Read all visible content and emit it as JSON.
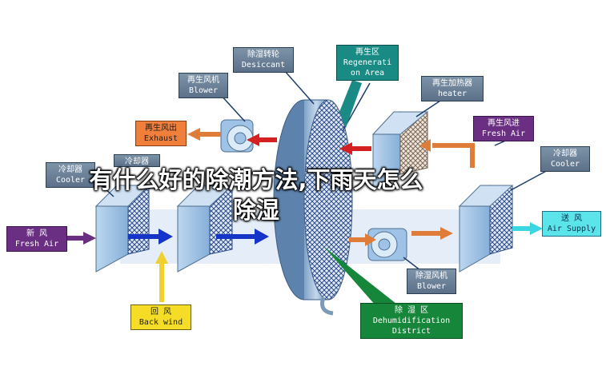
{
  "title": "有什么好的除潮方法,下雨天怎么除湿",
  "labels": {
    "desiccant": {
      "cn": "除湿转轮",
      "en": "Desiccant"
    },
    "regen_area": {
      "cn": "再生区",
      "en1": "Regenerati",
      "en2": "on Area"
    },
    "regen_blower": {
      "cn": "再生风机",
      "en": "Blower"
    },
    "regen_heater": {
      "cn": "再生加热器",
      "en": "heater"
    },
    "exhaust": {
      "cn": "再生风出",
      "en": "Exhaust"
    },
    "fresh_air_in": {
      "cn": "再生风进",
      "en": "Fresh Air"
    },
    "cooler_left": {
      "cn": "冷却器",
      "en": "Cooler"
    },
    "cooler_partial": {
      "cn": "冷却器"
    },
    "cooler_right": {
      "cn": "冷却器",
      "en": "Cooler"
    },
    "fresh_air": {
      "cn": "新    风",
      "en": "Fresh Air"
    },
    "air_supply": {
      "cn": "送  风",
      "en": "Air Supply"
    },
    "back_wind": {
      "cn": "回    风",
      "en": "Back wind"
    },
    "dehum_blower": {
      "cn": "除湿风机",
      "en": "Blower"
    },
    "dehum_district": {
      "cn": "除    湿    区",
      "en1": "Dehumidification",
      "en2": "District"
    }
  },
  "colors": {
    "steel": "#6b8198",
    "orange": "#ef7f3a",
    "purple": "#6a2f83",
    "yellow": "#f5dd27",
    "cyan": "#5be4ea",
    "teal": "#1a8a84",
    "green": "#16873a",
    "arrow_red": "#d42020",
    "arrow_blue": "#1534c8",
    "unit_blue": "#9ec3e6"
  }
}
